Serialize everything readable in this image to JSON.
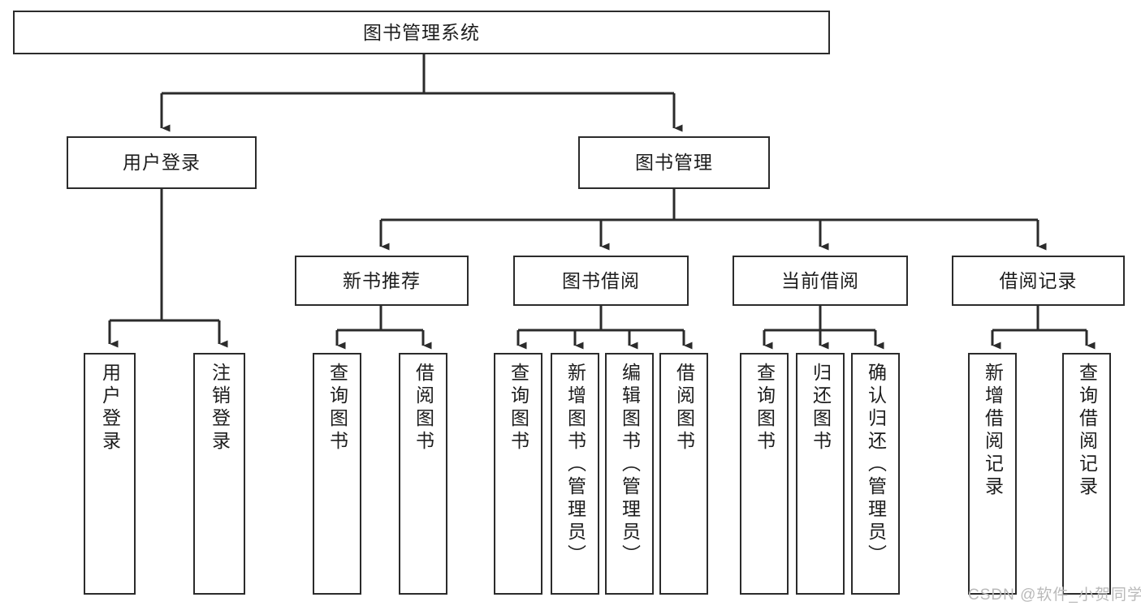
{
  "diagram": {
    "title": "图书管理系统",
    "type": "tree",
    "watermark": "CSDN @软件_小贺同学",
    "colors": {
      "stroke": "#2b2b2b",
      "fill": "#ffffff",
      "text": "#1d1d1d",
      "watermark": "#b9b9b9"
    },
    "root": {
      "label": "图书管理系统"
    },
    "level2": [
      {
        "label": "用户登录"
      },
      {
        "label": "图书管理"
      }
    ],
    "level3": [
      {
        "label": "新书推荐"
      },
      {
        "label": "图书借阅"
      },
      {
        "label": "当前借阅"
      },
      {
        "label": "借阅记录"
      }
    ],
    "leaves": {
      "user_login": [
        {
          "label": "用户登录"
        },
        {
          "label": "注销登录"
        }
      ],
      "new_book_recommend": [
        {
          "label": "查询图书"
        },
        {
          "label": "借阅图书"
        }
      ],
      "book_borrow": [
        {
          "label": "查询图书"
        },
        {
          "label": "新增图书（管理员）"
        },
        {
          "label": "编辑图书（管理员）"
        },
        {
          "label": "借阅图书"
        }
      ],
      "current_borrow": [
        {
          "label": "查询图书"
        },
        {
          "label": "归还图书"
        },
        {
          "label": "确认归还（管理员）"
        }
      ],
      "borrow_record": [
        {
          "label": "新增借阅记录"
        },
        {
          "label": "查询借阅记录"
        }
      ]
    }
  }
}
